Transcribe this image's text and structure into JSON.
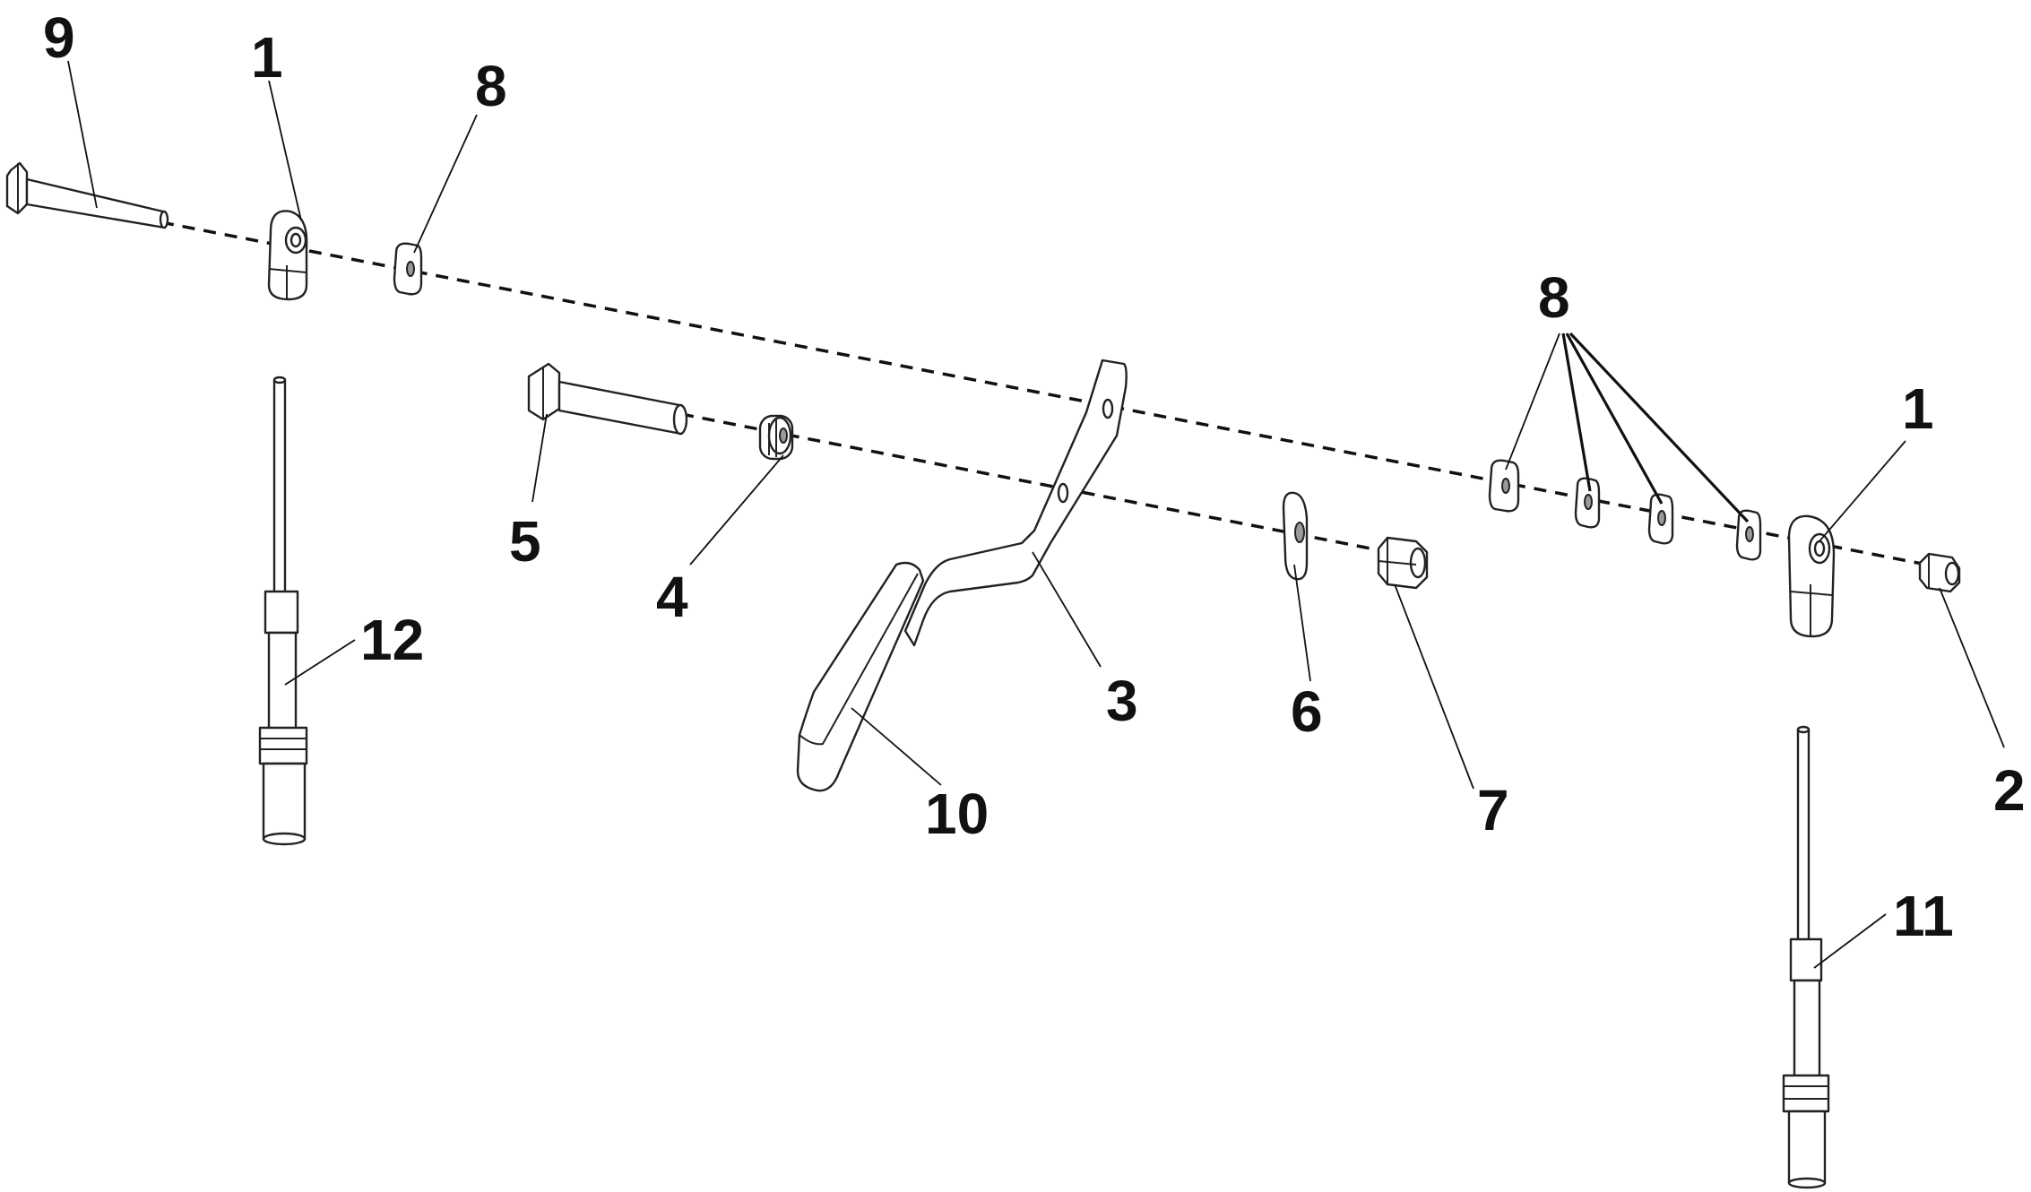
{
  "callouts": {
    "c9": "9",
    "c1_left": "1",
    "c8_left": "8",
    "c8_right": "8",
    "c1_right": "1",
    "c5": "5",
    "c4": "4",
    "c3": "3",
    "c6": "6",
    "c7": "7",
    "c2": "2",
    "c10": "10",
    "c12": "12",
    "c11": "11"
  },
  "colors": {
    "line": "#222222",
    "background": "#ffffff",
    "shade": "#9a9a9a"
  }
}
